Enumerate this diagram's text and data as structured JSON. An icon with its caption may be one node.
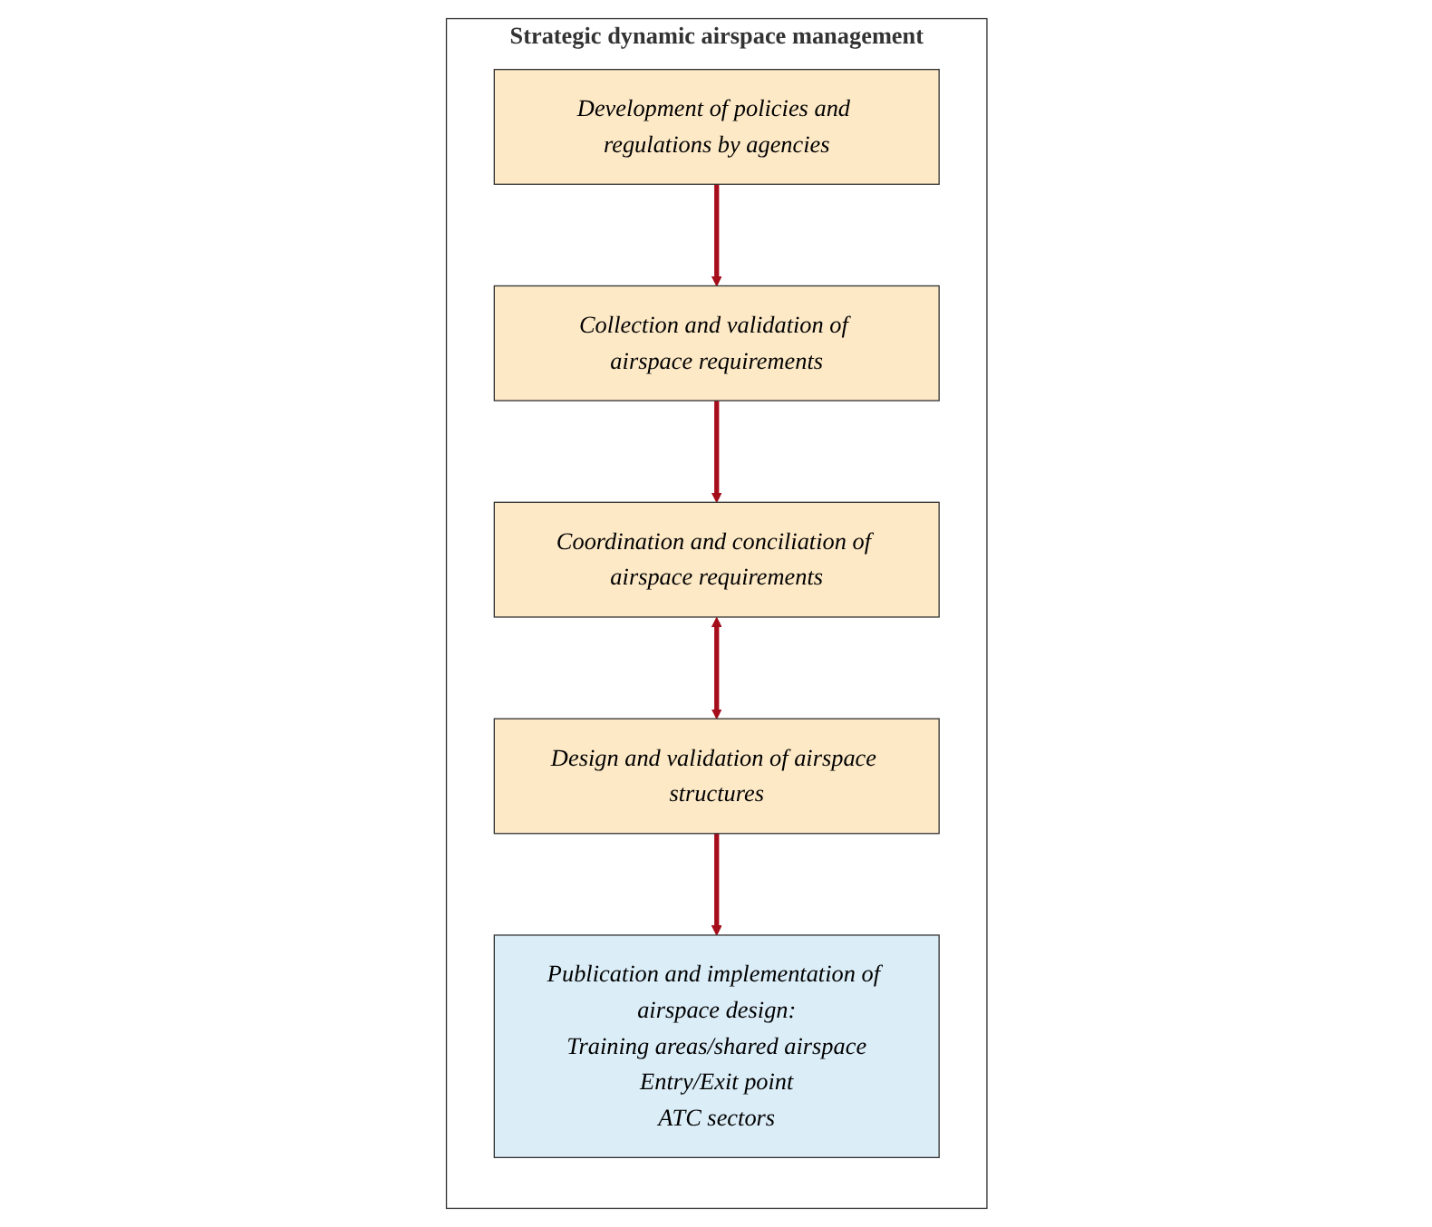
{
  "diagram": {
    "nodes": [
      {
        "text": [
          "Strategic dynamic airspace management"
        ]
      },
      {
        "text": [
          "Development of policies and regulations by agencies"
        ],
        "in": 0
      },
      {
        "text": [
          "Collection and validation of airspace requirements"
        ],
        "in": 0
      },
      {
        "text": [
          "Coordination and conciliation of airspace requirements"
        ],
        "in": 0
      },
      {
        "text": [
          "Design and validation of airspace structures"
        ],
        "in": 0
      },
      {
        "text": [
          "Publication and implementation of airspace design:",
          "Training areas/shared airspace",
          "Entry/Exit point",
          "ATC sectors"
        ],
        "in": 0
      }
    ],
    "edges": [
      {
        "from": 1,
        "to": 2,
        "arrow": "to",
        "color": "#a50d1a"
      },
      {
        "from": 2,
        "to": 3,
        "arrow": "to",
        "color": "#a50d1a"
      },
      {
        "from": 3,
        "to": 4,
        "arrow": "both",
        "color": "#a50d1a"
      },
      {
        "from": 4,
        "to": 5,
        "arrow": "to",
        "color": "#a50d1a"
      }
    ]
  }
}
